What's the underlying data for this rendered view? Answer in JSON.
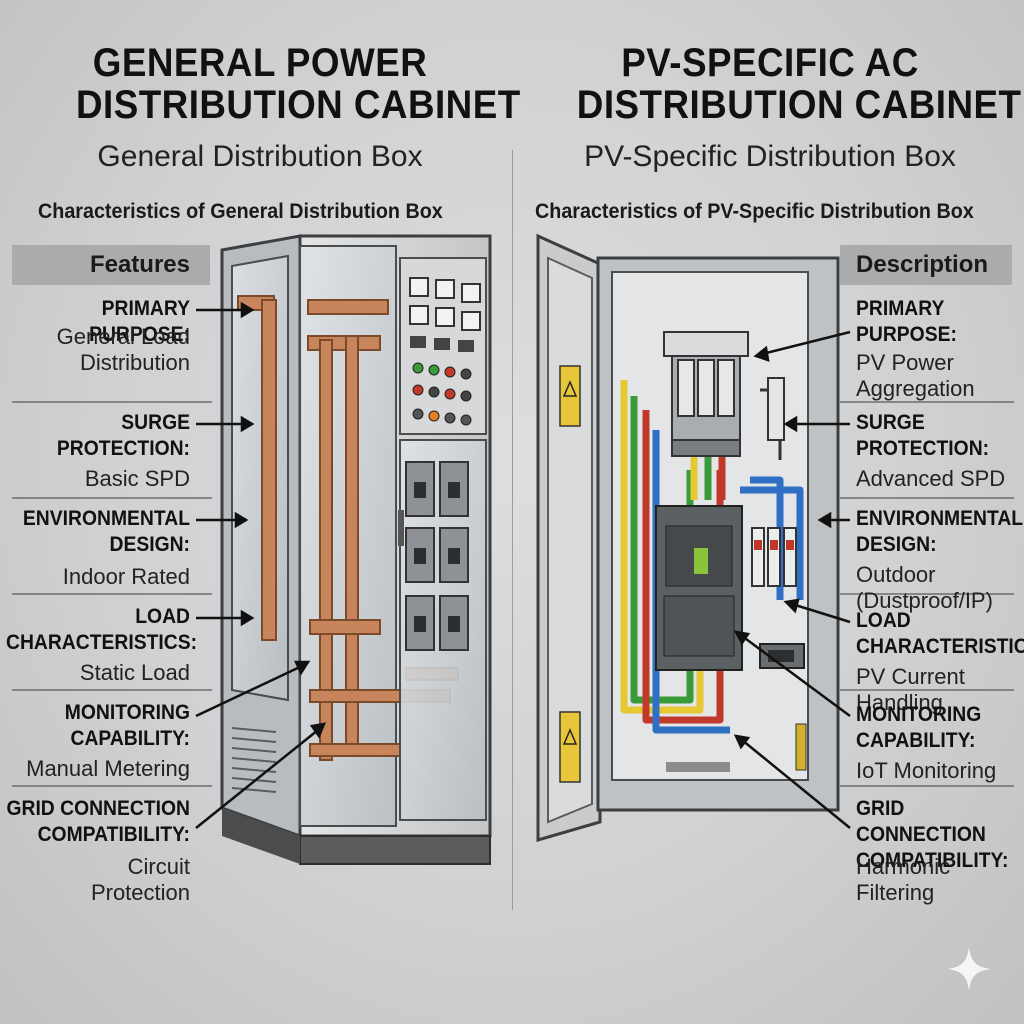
{
  "left": {
    "title_line1": "GENERAL POWER",
    "title_line2": "DISTRIBUTION CABINET",
    "subtitle": "General Distribution Box",
    "characteristics_heading": "Characteristics of General Distribution Box",
    "column_header": "Features",
    "rows": [
      {
        "label": "PRIMARY PURPOSE:",
        "value": "General Load Distribution"
      },
      {
        "label": "SURGE PROTECTION:",
        "value": "Basic SPD"
      },
      {
        "label": "ENVIRONMENTAL DESIGN:",
        "value": "Indoor Rated"
      },
      {
        "label": "LOAD CHARACTERISTICS:",
        "value": "Static Load"
      },
      {
        "label": "MONITORING CAPABILITY:",
        "value": "Manual Metering"
      },
      {
        "label": "GRID CONNECTION COMPATIBILITY:",
        "value": "Circuit Protection"
      }
    ]
  },
  "right": {
    "title_line1": "PV-SPECIFIC AC",
    "title_line2": "DISTRIBUTION CABINET",
    "subtitle": "PV-Specific Distribution Box",
    "characteristics_heading": "Characteristics of PV-Specific Distribution Box",
    "column_header": "Description",
    "rows": [
      {
        "label": "PRIMARY PURPOSE:",
        "value": "PV Power Aggregation"
      },
      {
        "label": "SURGE PROTECTION:",
        "value": "Advanced SPD"
      },
      {
        "label": "ENVIRONMENTAL DESIGN:",
        "value": "Outdoor (Dustproof/IP)"
      },
      {
        "label": "LOAD CHARACTERISTICS:",
        "value": "PV Current Handling"
      },
      {
        "label": "MONITORING CAPABILITY:",
        "value": "IoT Monitoring"
      },
      {
        "label": "GRID CONNECTION COMPATIBILITY:",
        "value": "Harmonic Filtering"
      }
    ]
  },
  "colors": {
    "copper": "#c8845a",
    "wire_red": "#c0392b",
    "wire_green": "#3a9a3a",
    "wire_yellow": "#e6c832",
    "wire_blue": "#2f6fc4",
    "warning_yellow": "#e8c63a"
  },
  "icons": [
    "warning-icon",
    "sparkle-icon"
  ]
}
